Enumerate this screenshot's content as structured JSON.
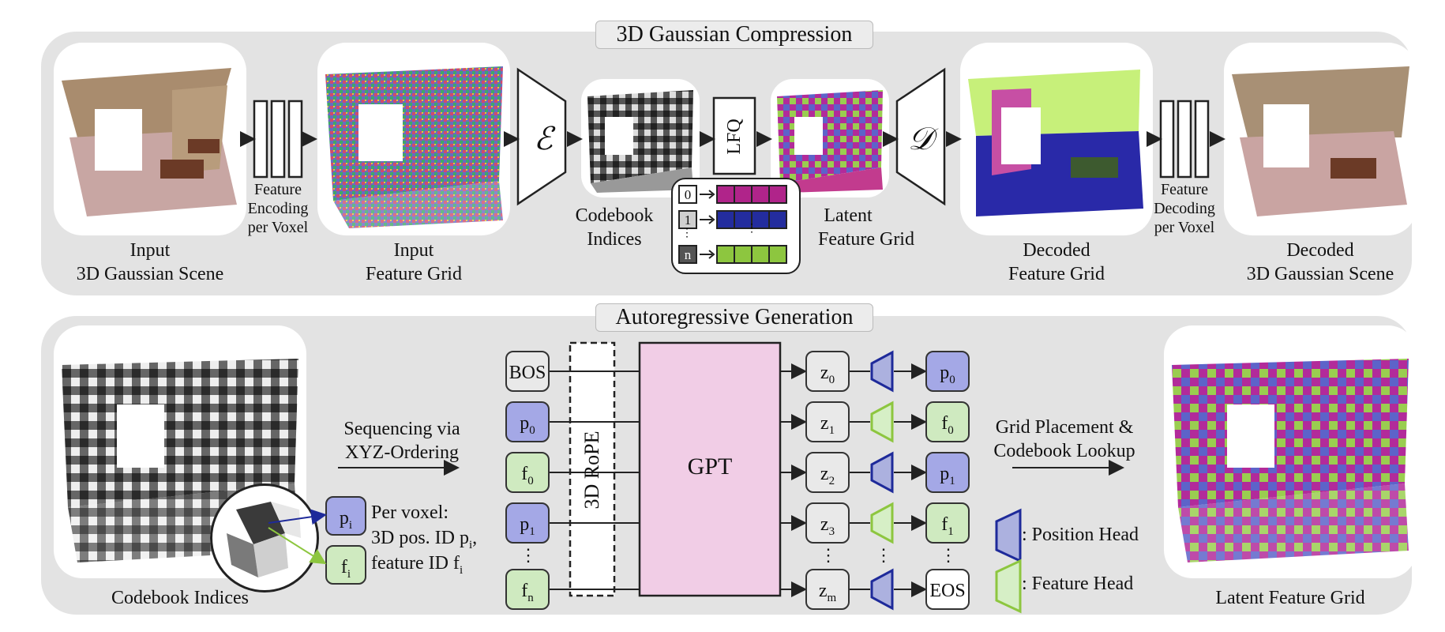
{
  "compression": {
    "title": "3D Gaussian Compression",
    "input_scene": [
      "Input",
      "3D Gaussian Scene"
    ],
    "feature_encoding": [
      "Feature",
      "Encoding",
      "per Voxel"
    ],
    "input_grid": [
      "Input",
      "Feature Grid"
    ],
    "encoder_symbol": "ℰ",
    "codebook_indices": [
      "Codebook",
      "Indices"
    ],
    "lfq": "LFQ",
    "latent_grid": [
      "Latent",
      "Feature Grid"
    ],
    "decoder_symbol": "𝒟",
    "decoded_grid": [
      "Decoded",
      "Feature Grid"
    ],
    "feature_decoding": [
      "Feature",
      "Decoding",
      "per Voxel"
    ],
    "decoded_scene": [
      "Decoded",
      "3D Gaussian Scene"
    ],
    "codebook_rows": [
      {
        "index": "0",
        "color": "#b0248a"
      },
      {
        "index": "1",
        "color": "#232c9e"
      },
      {
        "index": "n",
        "color": "#8dc63f"
      }
    ],
    "codebook_dots": "⋮"
  },
  "generation": {
    "title": "Autoregressive Generation",
    "codebook_indices": "Codebook Indices",
    "pi": "p",
    "fi": "f",
    "per_voxel": [
      "Per voxel:",
      "3D pos. ID p",
      ",",
      "feature ID f"
    ],
    "sequencing": [
      "Sequencing via",
      "XYZ-Ordering"
    ],
    "rope": "3D RoPE",
    "gpt": "GPT",
    "input_tokens": [
      {
        "t": "BOS",
        "s": "",
        "style": "gray"
      },
      {
        "t": "p",
        "s": "0",
        "style": "blue"
      },
      {
        "t": "f",
        "s": "0",
        "style": "green"
      },
      {
        "t": "p",
        "s": "1",
        "style": "blue"
      },
      {
        "t": "f",
        "s": "n",
        "style": "green"
      }
    ],
    "z_tokens": [
      {
        "t": "z",
        "s": "0"
      },
      {
        "t": "z",
        "s": "1"
      },
      {
        "t": "z",
        "s": "2"
      },
      {
        "t": "z",
        "s": "3"
      },
      {
        "t": "z",
        "s": "m"
      }
    ],
    "heads": [
      "position",
      "feature",
      "position",
      "feature",
      "position"
    ],
    "output_tokens": [
      {
        "t": "p",
        "s": "0",
        "style": "blue"
      },
      {
        "t": "f",
        "s": "0",
        "style": "green"
      },
      {
        "t": "p",
        "s": "1",
        "style": "blue"
      },
      {
        "t": "f",
        "s": "1",
        "style": "green"
      },
      {
        "t": "EOS",
        "s": "",
        "style": "white"
      }
    ],
    "grid_placement": [
      "Grid Placement &",
      "Codebook Lookup"
    ],
    "position_head": ": Position Head",
    "feature_head": ": Feature Head",
    "latent_grid": "Latent Feature Grid"
  },
  "colors": {
    "position_head": "#8088dc",
    "position_head_stroke": "#1e2a9a",
    "feature_head": "#d6efc6",
    "feature_head_stroke": "#8dc63f",
    "gpt_fill": "#f1cde6"
  }
}
